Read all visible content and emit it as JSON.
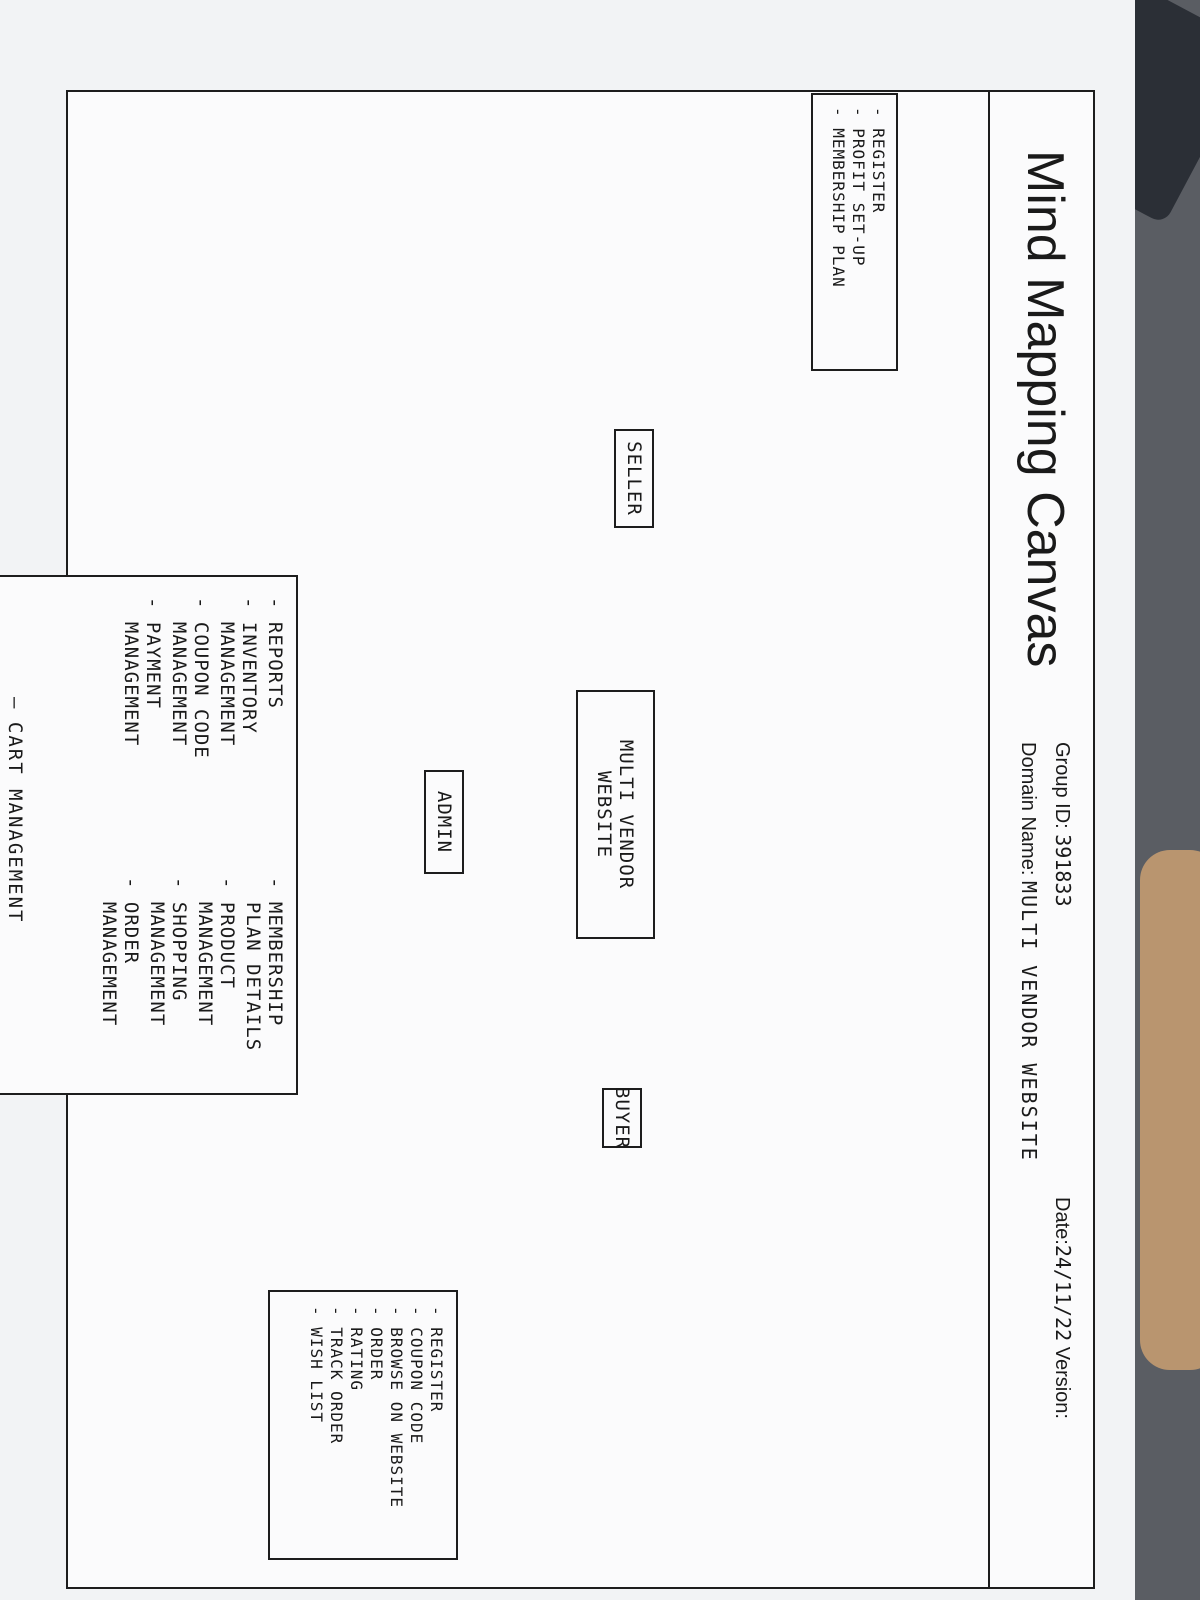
{
  "header": {
    "title": "Mind Mapping Canvas",
    "group_label": "Group ID:",
    "group_value": "391833",
    "domain_label": "Domain Name:",
    "domain_value": "MULTI VENDOR WEBSITE",
    "date_label": "Date:",
    "date_value": "24/11/22",
    "version_label": "Version:"
  },
  "center": {
    "line1": "MULTI VENDOR",
    "line2": "WEBSITE"
  },
  "seller": {
    "label": "SELLER",
    "items": [
      "REGISTER",
      "PROFIT SET-UP",
      "MEMBERSHIP PLAN"
    ]
  },
  "buyer": {
    "label": "BUYER",
    "items": [
      "REGISTER",
      "COUPON CODE",
      "BROWSE ON WEBSITE",
      "ORDER",
      "RATING",
      "TRACK ORDER",
      "WISH LIST"
    ]
  },
  "admin": {
    "label": "ADMIN",
    "left_items": [
      {
        "line1": "REPORTS",
        "line2": ""
      },
      {
        "line1": "INVENTORY",
        "line2": "MANAGEMENT"
      },
      {
        "line1": "COUPON CODE",
        "line2": "MANAGEMENT"
      },
      {
        "line1": "PAYMENT",
        "line2": "MANAGEMENT"
      }
    ],
    "right_items": [
      {
        "line1": "MEMBERSHIP",
        "line2": "PLAN DETAILS"
      },
      {
        "line1": "PRODUCT",
        "line2": "MANAGEMENT"
      },
      {
        "line1": "SHOPPING",
        "line2": "MANAGEMENT"
      },
      {
        "line1": "ORDER",
        "line2": "MANAGEMENT"
      }
    ],
    "bottom_item": "CART MANAGEMENT"
  }
}
